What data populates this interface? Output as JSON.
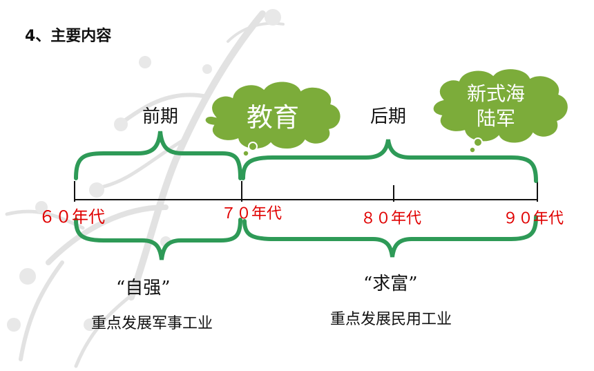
{
  "title": "4、主要内容",
  "timeline": {
    "ticks": [
      "６０年代",
      "７０年代",
      "８０年代",
      "９０年代"
    ]
  },
  "periods": {
    "early": "前期",
    "late": "后期"
  },
  "phases": {
    "self_strengthening": {
      "quote": "“自强”",
      "focus": "重点发展军事工业"
    },
    "wealth": {
      "quote": "“求富”",
      "focus": "重点发展民用工业"
    }
  },
  "clouds": {
    "education": "教育",
    "navy_line1": "新式海",
    "navy_line2": "陆军"
  },
  "colors": {
    "brace_green": "#2e9a57",
    "cloud_fill": "#7cac3a",
    "cloud_stroke": "#ffffff",
    "year_red": "#e00000",
    "axis": "#111111"
  }
}
